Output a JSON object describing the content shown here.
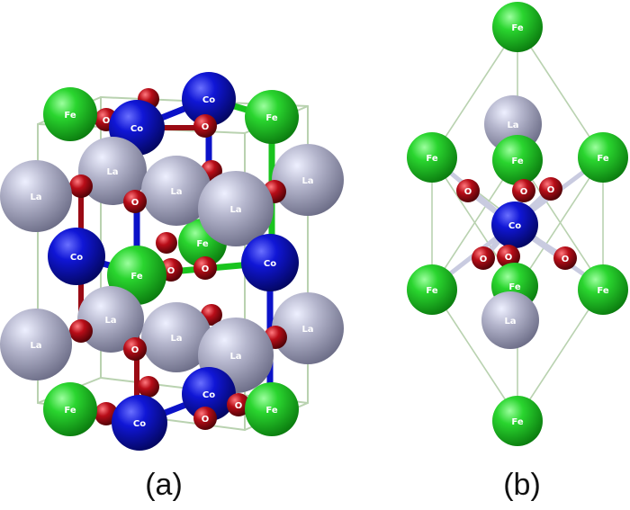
{
  "panels": [
    {
      "label": "(a)"
    },
    {
      "label": "(b)"
    }
  ],
  "elements": {
    "Fe": {
      "symbol": "Fe",
      "color": "#19c41e"
    },
    "Co": {
      "symbol": "Co",
      "color": "#0b12c8"
    },
    "La": {
      "symbol": "La",
      "color": "#a8a9c2"
    },
    "O": {
      "symbol": "O",
      "color": "#9a0a14"
    }
  },
  "colors": {
    "cell_line": "#b9d2b0",
    "bond_light": "#c9cbe0"
  }
}
